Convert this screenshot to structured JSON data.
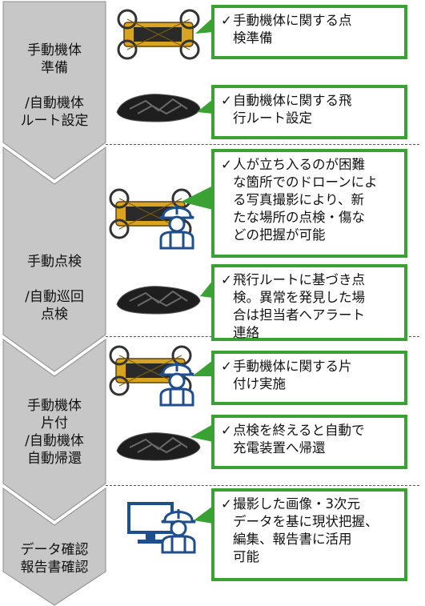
{
  "colors": {
    "accent_green": "#3aa133",
    "flow_gray": "#c7c7c7",
    "worker_blue": "#1f4e8c"
  },
  "check_mark": "✓",
  "steps": [
    {
      "label": "手動機体\n準備\n\n/自動機体\nルート設定"
    },
    {
      "label": "手動点検\n\n/自動巡回\n点検"
    },
    {
      "label": "手動機体\n片付\n/自動機体\n自動帰還"
    },
    {
      "label": "データ確認\n報告書確認"
    }
  ],
  "boxes": [
    {
      "text": "手動機体に関する点\n検準備",
      "device": "robot-icon"
    },
    {
      "text": "自動機体に関する飛\n行ルート設定",
      "device": "drone-icon"
    },
    {
      "text": "人が立ち入るのが困難\nな箇所でのドローンによ\nる写真撮影により、新\nたな場所の点検・傷な\nどの把握が可能",
      "device": "robot-icon",
      "worker": "worker-icon"
    },
    {
      "text": "飛行ルートに基づき点\n検。異常を発見した場\n合は担当者へアラート\n連絡",
      "device": "drone-icon"
    },
    {
      "text": "手動機体に関する片\n付け実施",
      "device": "robot-icon",
      "worker": "worker-icon"
    },
    {
      "text": "点検を終えると自動で\n充電装置へ帰還",
      "device": "drone-icon"
    },
    {
      "text": "撮影した画像・3次元\nデータを基に現状把握、\n編集、報告書に活用\n可能",
      "device": "monitor-icon",
      "worker": "worker-icon"
    }
  ]
}
